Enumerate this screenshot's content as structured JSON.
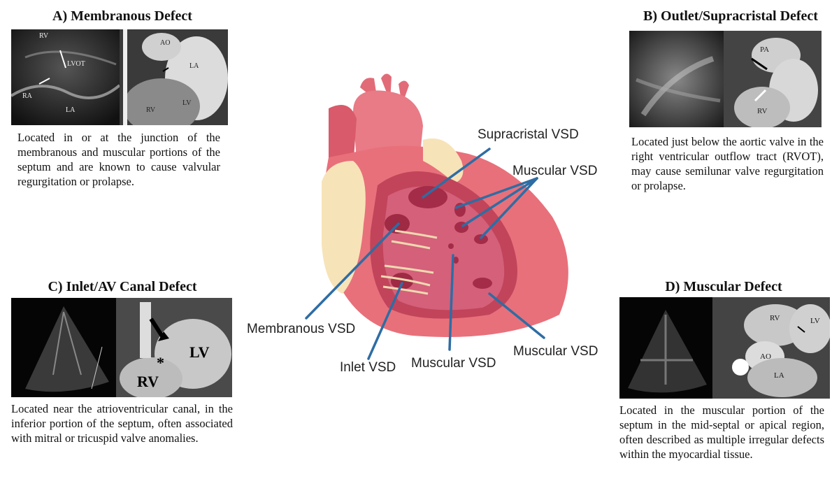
{
  "panels": {
    "a": {
      "title": "A) Membranous Defect",
      "description": "Located in or at the junction of the membranous and muscular portions of the septum and are known to cause valvular regurgitation or prolapse.",
      "echo_labels": [
        "RV",
        "LVOT",
        "RA",
        "LA"
      ],
      "ct_labels": [
        "AO",
        "LA",
        "LV",
        "RV"
      ]
    },
    "b": {
      "title": "B) Outlet/Supracristal Defect",
      "description": "Located just below the aortic valve in the right ventricular outflow tract (RVOT), may cause semilunar valve regurgitation or prolapse.",
      "ct_labels": [
        "PA",
        "RV"
      ]
    },
    "c": {
      "title": "C) Inlet/AV Canal Defect",
      "description": "Located near the atrioventricular canal, in the inferior portion of the septum, often associated with mitral or tricuspid valve anomalies.",
      "ct_labels": [
        "LV",
        "RV",
        "*"
      ]
    },
    "d": {
      "title": "D) Muscular Defect",
      "description": "Located in the muscular portion of the septum in the mid-septal or apical region, often described as multiple irregular defects within the myocardial tissue.",
      "ct_labels": [
        "RV",
        "LV",
        "AO",
        "LA"
      ]
    }
  },
  "heart_labels": {
    "supracristal": "Supracristal VSD",
    "muscular_top": "Muscular VSD",
    "membranous": "Membranous VSD",
    "inlet": "Inlet VSD",
    "muscular_bottom": "Muscular VSD",
    "muscular_right": "Muscular VSD"
  },
  "colors": {
    "arrow": "#2e6da4",
    "heart_outer": "#e8707a",
    "heart_inner": "#c2445a",
    "fat": "#f7e3b8"
  }
}
